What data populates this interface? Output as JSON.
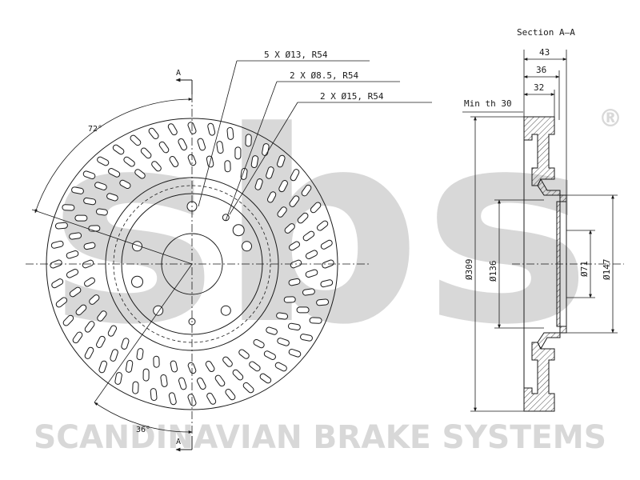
{
  "watermark": {
    "brand": "sbs",
    "registered": "®",
    "company": "SCANDINAVIAN BRAKE SYSTEMS"
  },
  "front_view": {
    "section_marker_top": "A",
    "section_marker_bottom": "A",
    "angle_top": "72°",
    "angle_bottom": "36°",
    "callouts": [
      "5 X Ø13, R54",
      "2 X Ø8.5, R54",
      "2 X Ø15, R54"
    ]
  },
  "section_view": {
    "title": "Section A–A",
    "min_thickness": "Min th 30",
    "widths": [
      "43",
      "36",
      "32"
    ],
    "diameters": [
      "Ø309",
      "Ø136",
      "Ø71",
      "Ø147"
    ]
  },
  "colors": {
    "line": "#1a1a1a",
    "watermark": "#d8d8d8"
  }
}
